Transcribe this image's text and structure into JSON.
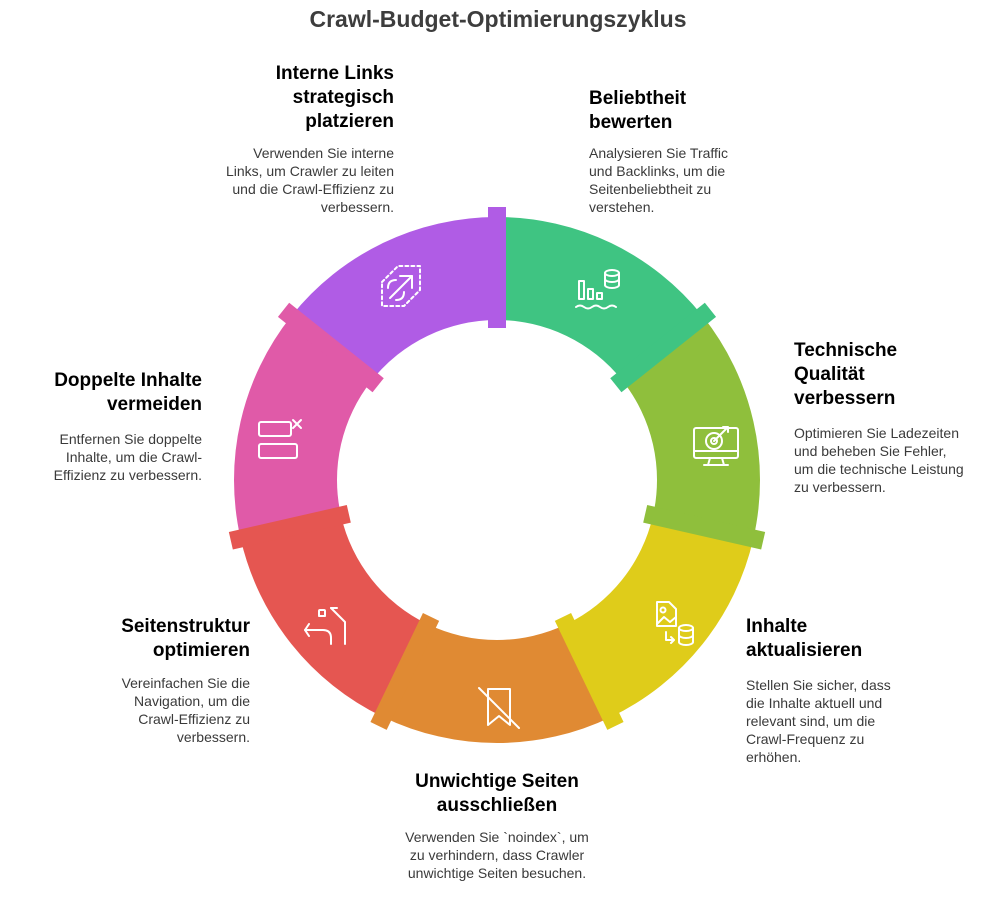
{
  "title": "Crawl-Budget-Optimierungszyklus",
  "steps": [
    {
      "id": "beliebtheit",
      "heading": "Beliebtheit bewerten",
      "description": "Analysieren Sie Traffic und Backlinks, um die Seitenbeliebtheit zu verstehen.",
      "color": "#3fc482",
      "icon": "bar-chart-database-icon"
    },
    {
      "id": "technik",
      "heading": "Technische Qualität verbessern",
      "description": "Optimieren Sie Ladezeiten und beheben Sie Fehler, um die technische Leistung zu verbessern.",
      "color": "#8fbf3c",
      "icon": "monitor-target-icon"
    },
    {
      "id": "inhalte",
      "heading": "Inhalte aktualisieren",
      "description": "Stellen Sie sicher, dass die Inhalte aktuell und relevant sind, um die Crawl-Frequenz zu erhöhen.",
      "color": "#dfcc1a",
      "icon": "image-file-database-icon"
    },
    {
      "id": "unwichtig",
      "heading": "Unwichtige Seiten ausschließen",
      "description": "Verwenden Sie `noindex`, um zu verhindern, dass Crawler unwichtige Seiten besuchen.",
      "color": "#e08a33",
      "icon": "bookmark-off-icon"
    },
    {
      "id": "struktur",
      "heading": "Seitenstruktur optimieren",
      "description": "Vereinfachen Sie die Navigation, um die Crawl-Effizienz zu verbessern.",
      "color": "#e55651",
      "icon": "route-icon"
    },
    {
      "id": "doppelt",
      "heading": "Doppelte Inhalte vermeiden",
      "description": "Entfernen Sie doppelte Inhalte, um die Crawl-Effizienz zu verbessern.",
      "color": "#e05aa8",
      "icon": "duplicate-remove-icon"
    },
    {
      "id": "links",
      "heading": "Interne Links strategisch platzieren",
      "description": "Verwenden Sie interne Links, um Crawler zu leiten und die Crawl-Effizienz zu verbessern.",
      "color": "#b05ce5",
      "icon": "link-file-icon"
    }
  ]
}
